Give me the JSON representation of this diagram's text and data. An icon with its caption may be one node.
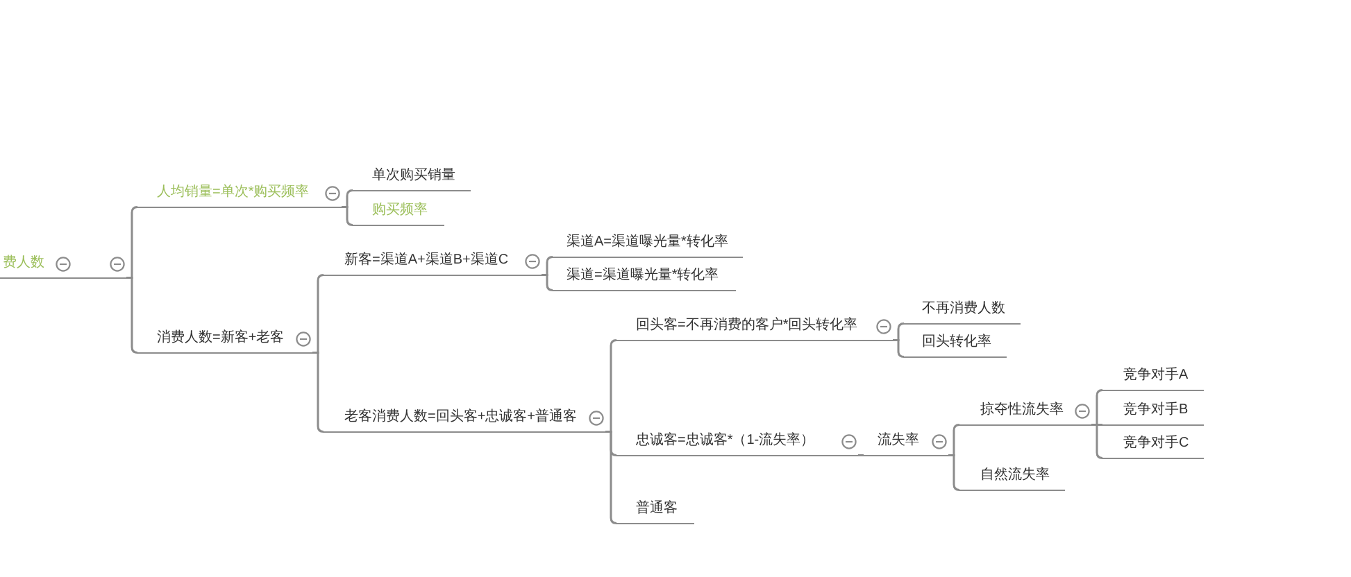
{
  "diagram": {
    "nodes": [
      {
        "text": [
          "费人数"
        ]
      },
      {
        "text": [
          "人均销量=单次*购买频率"
        ]
      },
      {
        "text": [
          "单次购买销量"
        ]
      },
      {
        "text": [
          "购买频率"
        ]
      },
      {
        "text": [
          "消费人数=新客+老客"
        ]
      },
      {
        "text": [
          "新客=渠道A+渠道B+渠道C"
        ]
      },
      {
        "text": [
          "渠道A=渠道曝光量*转化率"
        ]
      },
      {
        "text": [
          "渠道=渠道曝光量*转化率"
        ]
      },
      {
        "text": [
          "老客消费人数=回头客+忠诚客+普通客"
        ]
      },
      {
        "text": [
          "回头客=不再消费的客户*回头转化率"
        ]
      },
      {
        "text": [
          "不再消费人数"
        ]
      },
      {
        "text": [
          "回头转化率"
        ]
      },
      {
        "text": [
          "忠诚客=忠诚客*（1-流失率）"
        ]
      },
      {
        "text": [
          "流失率"
        ]
      },
      {
        "text": [
          "掠夺性流失率"
        ]
      },
      {
        "text": [
          "竞争对手A"
        ]
      },
      {
        "text": [
          "竞争对手B"
        ]
      },
      {
        "text": [
          "竞争对手C"
        ]
      },
      {
        "text": [
          "自然流失率"
        ]
      },
      {
        "text": [
          "普通客"
        ]
      }
    ],
    "edges": [
      {
        "from": 0,
        "to": 1,
        "arrow": "none"
      },
      {
        "from": 0,
        "to": 4,
        "arrow": "none"
      },
      {
        "from": 1,
        "to": 2,
        "arrow": "none"
      },
      {
        "from": 1,
        "to": 3,
        "arrow": "none"
      },
      {
        "from": 4,
        "to": 5,
        "arrow": "none"
      },
      {
        "from": 4,
        "to": 8,
        "arrow": "none"
      },
      {
        "from": 5,
        "to": 6,
        "arrow": "none"
      },
      {
        "from": 5,
        "to": 7,
        "arrow": "none"
      },
      {
        "from": 8,
        "to": 9,
        "arrow": "none"
      },
      {
        "from": 8,
        "to": 12,
        "arrow": "none"
      },
      {
        "from": 8,
        "to": 19,
        "arrow": "none"
      },
      {
        "from": 9,
        "to": 10,
        "arrow": "none"
      },
      {
        "from": 9,
        "to": 11,
        "arrow": "none"
      },
      {
        "from": 12,
        "to": 13,
        "arrow": "none"
      },
      {
        "from": 13,
        "to": 14,
        "arrow": "none"
      },
      {
        "from": 13,
        "to": 18,
        "arrow": "none"
      },
      {
        "from": 14,
        "to": 15,
        "arrow": "none"
      },
      {
        "from": 14,
        "to": 16,
        "arrow": "none"
      },
      {
        "from": 14,
        "to": 17,
        "arrow": "none"
      }
    ]
  }
}
